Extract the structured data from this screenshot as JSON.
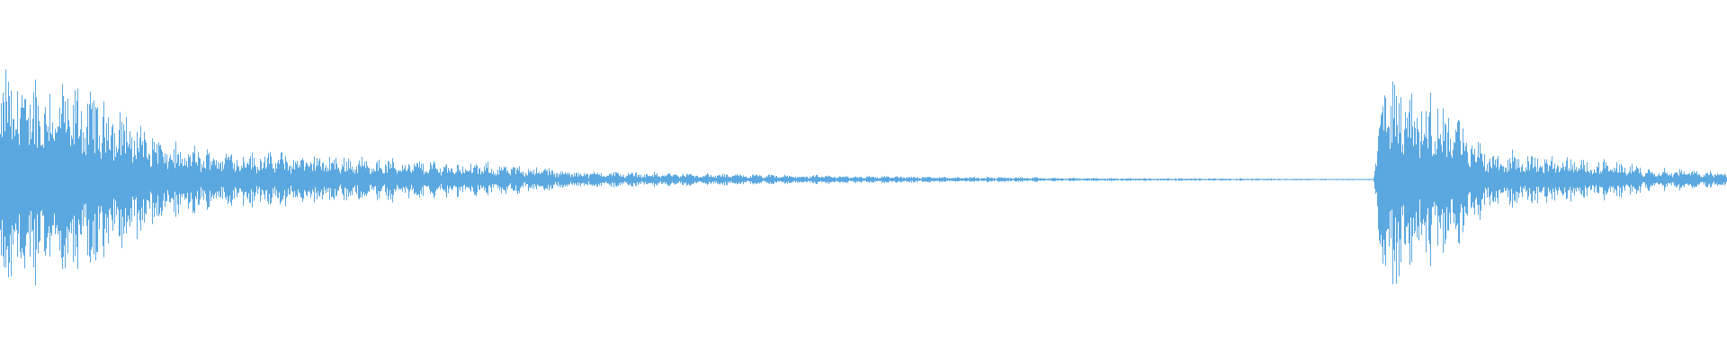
{
  "waveform": {
    "color": "#5ba8e0",
    "background": "#ffffff",
    "channels": 1,
    "segments": [
      {
        "start": 0.0,
        "end": 0.06,
        "peak_start": 0.72,
        "peak_end": 0.55
      },
      {
        "start": 0.06,
        "end": 0.1,
        "peak_start": 0.55,
        "peak_end": 0.22
      },
      {
        "start": 0.1,
        "end": 0.2,
        "peak_start": 0.22,
        "peak_end": 0.15
      },
      {
        "start": 0.2,
        "end": 0.32,
        "peak_start": 0.15,
        "peak_end": 0.08
      },
      {
        "start": 0.32,
        "end": 0.45,
        "peak_start": 0.06,
        "peak_end": 0.03
      },
      {
        "start": 0.45,
        "end": 0.6,
        "peak_start": 0.03,
        "peak_end": 0.015
      },
      {
        "start": 0.6,
        "end": 0.795,
        "peak_start": 0.012,
        "peak_end": 0.004
      },
      {
        "start": 0.795,
        "end": 0.802,
        "peak_start": 0.02,
        "peak_end": 0.78
      },
      {
        "start": 0.802,
        "end": 0.845,
        "peak_start": 0.72,
        "peak_end": 0.45
      },
      {
        "start": 0.845,
        "end": 0.87,
        "peak_start": 0.35,
        "peak_end": 0.15
      },
      {
        "start": 0.87,
        "end": 0.95,
        "peak_start": 0.18,
        "peak_end": 0.1
      },
      {
        "start": 0.95,
        "end": 1.0,
        "peak_start": 0.08,
        "peak_end": 0.05
      }
    ]
  }
}
